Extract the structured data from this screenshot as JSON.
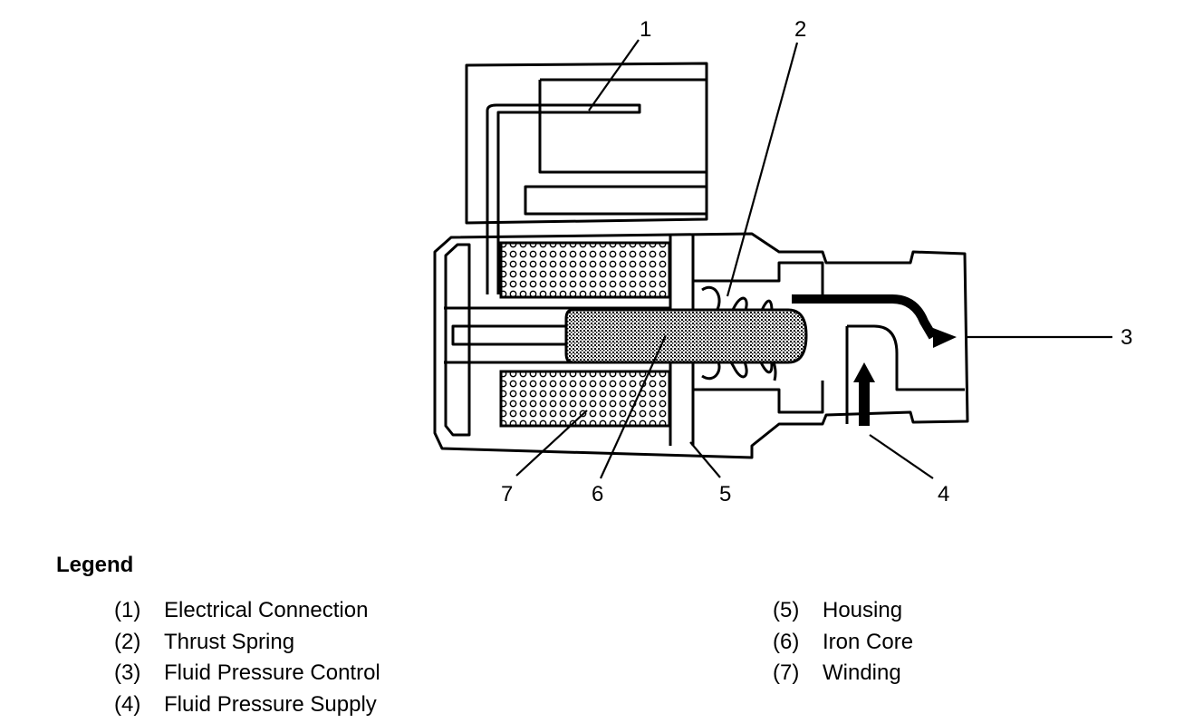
{
  "callouts": [
    "1",
    "2",
    "3",
    "4",
    "5",
    "6",
    "7"
  ],
  "legend": {
    "title": "Legend",
    "left": [
      {
        "num": "(1)",
        "label": "Electrical Connection"
      },
      {
        "num": "(2)",
        "label": "Thrust Spring"
      },
      {
        "num": "(3)",
        "label": "Fluid Pressure Control"
      },
      {
        "num": "(4)",
        "label": "Fluid Pressure Supply"
      }
    ],
    "right": [
      {
        "num": "(5)",
        "label": "Housing"
      },
      {
        "num": "(6)",
        "label": "Iron Core"
      },
      {
        "num": "(7)",
        "label": "Winding"
      }
    ]
  }
}
